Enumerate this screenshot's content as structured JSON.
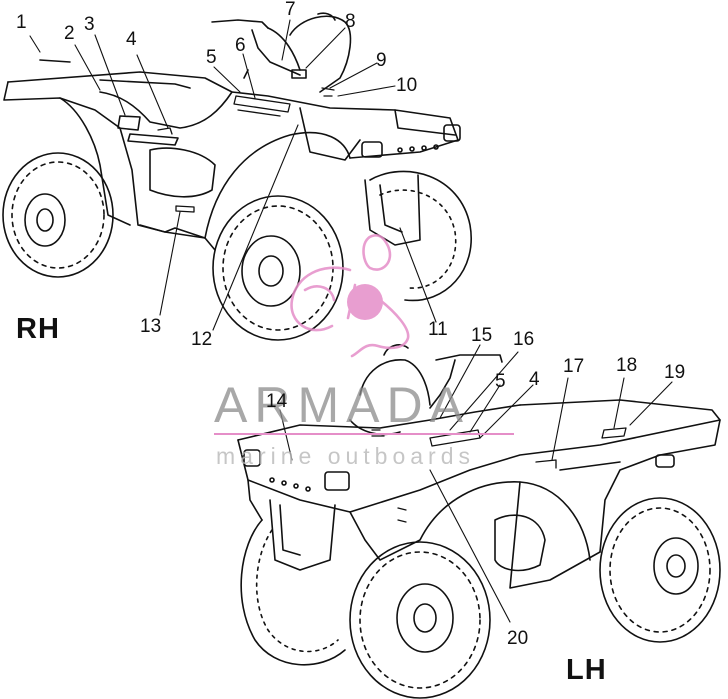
{
  "callouts": [
    "1",
    "2",
    "3",
    "4",
    "5",
    "6",
    "7",
    "8",
    "9",
    "10",
    "11",
    "12",
    "13",
    "14",
    "15",
    "16",
    "5",
    "4",
    "17",
    "18",
    "19",
    "20"
  ],
  "views": {
    "rh": "RH",
    "lh": "LH"
  },
  "watermark": {
    "word": "ARMADA",
    "tagline": "marine outboards",
    "accent_color": "#e58ec8"
  },
  "colors": {
    "line": "#111111",
    "background": "#ffffff"
  }
}
